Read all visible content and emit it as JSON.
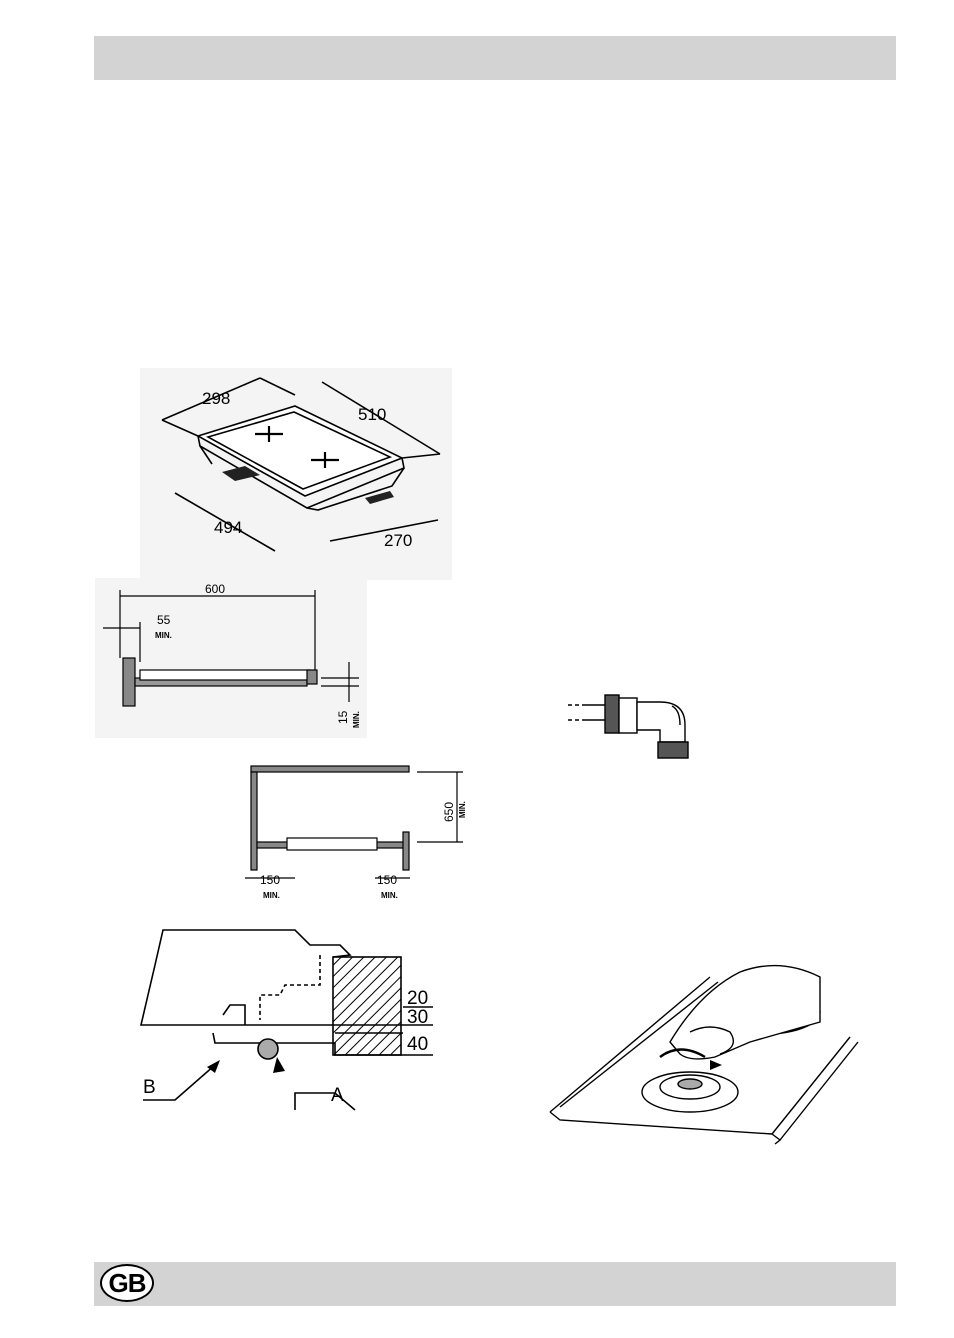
{
  "header": {
    "title": ""
  },
  "footer": {
    "language_badge": "GB"
  },
  "fig_hob_dimensions": {
    "width_top": "298",
    "length_top": "510",
    "cutout_length": "494",
    "cutout_width": "270"
  },
  "fig_clearance_side": {
    "distance": "600",
    "side_gap": "55",
    "side_gap_note": "MIN.",
    "depth_gap": "15",
    "depth_gap_note": "MIN."
  },
  "fig_clearance_top": {
    "height": "650",
    "height_note": "MIN.",
    "left_gap": "150",
    "left_gap_note": "MIN.",
    "right_gap": "150",
    "right_gap_note": "MIN."
  },
  "fig_bracket": {
    "thickness_1": "20",
    "thickness_2": "30",
    "thickness_3": "40",
    "label_b": "B",
    "label_a": "A"
  }
}
